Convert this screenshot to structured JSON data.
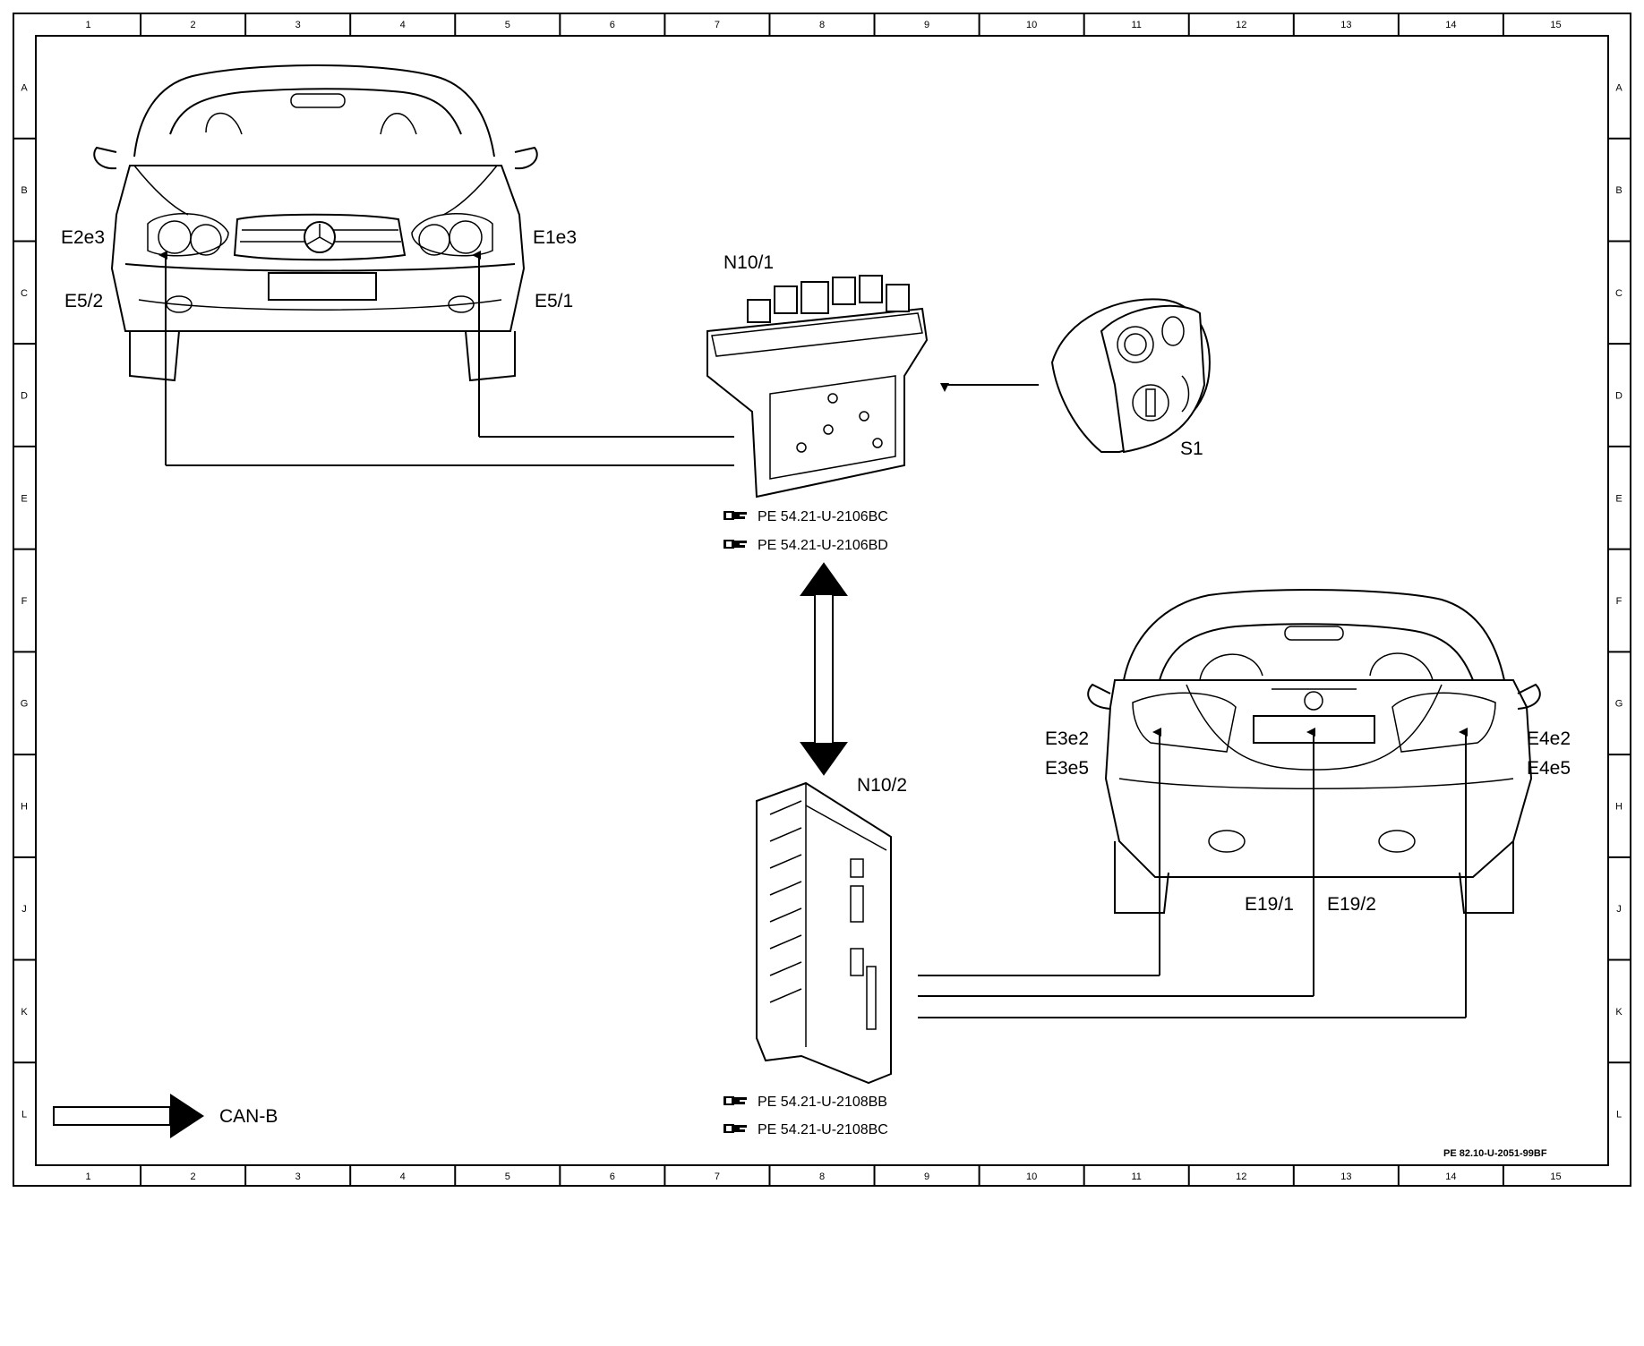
{
  "frame": {
    "columns": [
      "1",
      "2",
      "3",
      "4",
      "5",
      "6",
      "7",
      "8",
      "9",
      "10",
      "11",
      "12",
      "13",
      "14",
      "15"
    ],
    "rows": [
      "A",
      "B",
      "C",
      "D",
      "E",
      "F",
      "G",
      "H",
      "J",
      "K",
      "L"
    ]
  },
  "components": {
    "front_left_lamp_upper": "E2e3",
    "front_left_lamp_lower": "E5/2",
    "front_right_lamp_upper": "E1e3",
    "front_right_lamp_lower": "E5/1",
    "front_sam": "N10/1",
    "light_switch": "S1",
    "rear_sam": "N10/2",
    "rear_left_lamp_upper": "E3e2",
    "rear_left_lamp_lower": "E3e5",
    "rear_right_lamp_upper": "E4e2",
    "rear_right_lamp_lower": "E4e5",
    "licence_lamp_left": "E19/1",
    "licence_lamp_right": "E19/2"
  },
  "references": {
    "front_sam_refs": [
      "PE 54.21-U-2106BC",
      "PE 54.21-U-2106BD"
    ],
    "rear_sam_refs": [
      "PE 54.21-U-2108BB",
      "PE 54.21-U-2108BC"
    ]
  },
  "legend": {
    "can_label": "CAN-B"
  },
  "document_id": "PE 82.10-U-2051-99BF"
}
